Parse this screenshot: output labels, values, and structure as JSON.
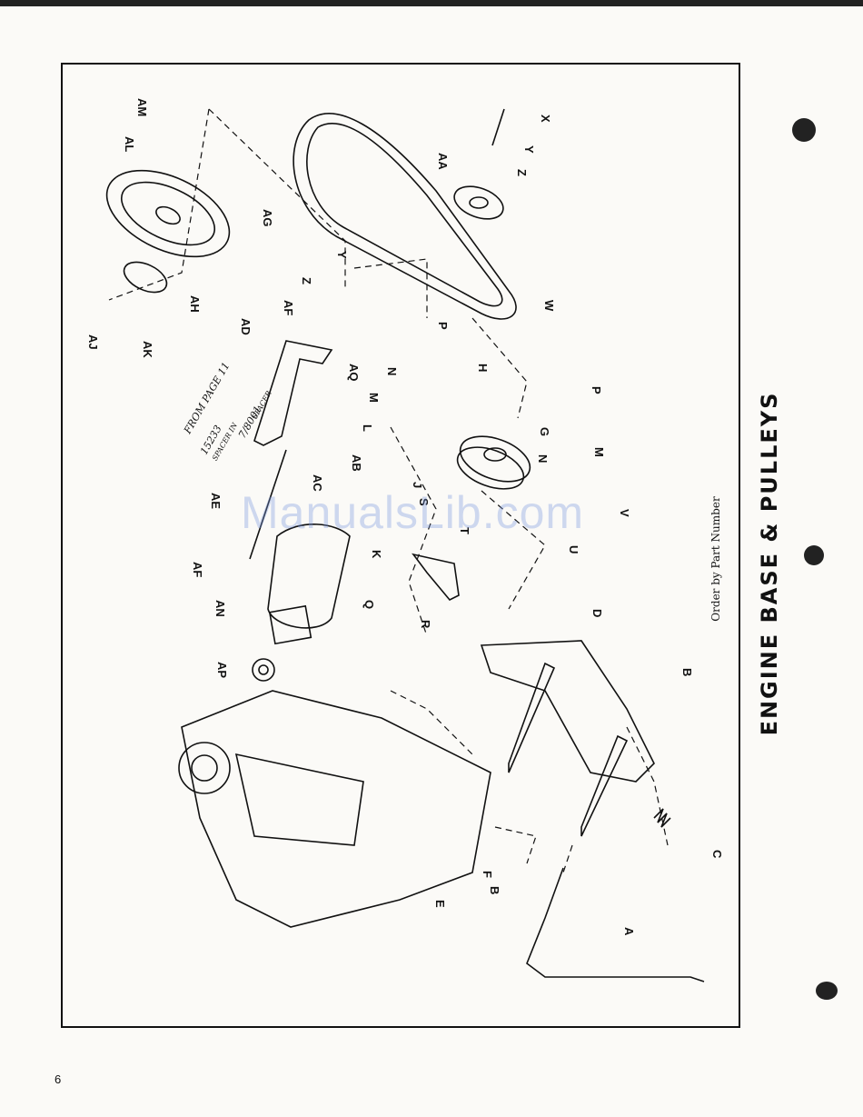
{
  "page": {
    "title": "ENGINE BASE & PULLEYS",
    "order_note": "Order by Part Number",
    "page_number": "6",
    "watermark": "ManualsLib.com",
    "handwritten_note": [
      "FROM PAGE 11",
      "15233",
      "SPACER IN",
      "7/8001",
      "SPACER"
    ]
  },
  "parts": [
    {
      "id": "A"
    },
    {
      "id": "B"
    },
    {
      "id": "C"
    },
    {
      "id": "D"
    },
    {
      "id": "E"
    },
    {
      "id": "F"
    },
    {
      "id": "G"
    },
    {
      "id": "H"
    },
    {
      "id": "J"
    },
    {
      "id": "K"
    },
    {
      "id": "L"
    },
    {
      "id": "M"
    },
    {
      "id": "N"
    },
    {
      "id": "P"
    },
    {
      "id": "Q"
    },
    {
      "id": "R"
    },
    {
      "id": "S"
    },
    {
      "id": "T"
    },
    {
      "id": "U"
    },
    {
      "id": "V"
    },
    {
      "id": "W"
    },
    {
      "id": "X"
    },
    {
      "id": "Y"
    },
    {
      "id": "Z"
    },
    {
      "id": "AA"
    },
    {
      "id": "AB"
    },
    {
      "id": "AC"
    },
    {
      "id": "AD"
    },
    {
      "id": "AE"
    },
    {
      "id": "AF"
    },
    {
      "id": "AG"
    },
    {
      "id": "AH"
    },
    {
      "id": "AJ"
    },
    {
      "id": "AK"
    },
    {
      "id": "AL"
    },
    {
      "id": "AM"
    },
    {
      "id": "AN"
    },
    {
      "id": "AP"
    },
    {
      "id": "AQ"
    }
  ]
}
